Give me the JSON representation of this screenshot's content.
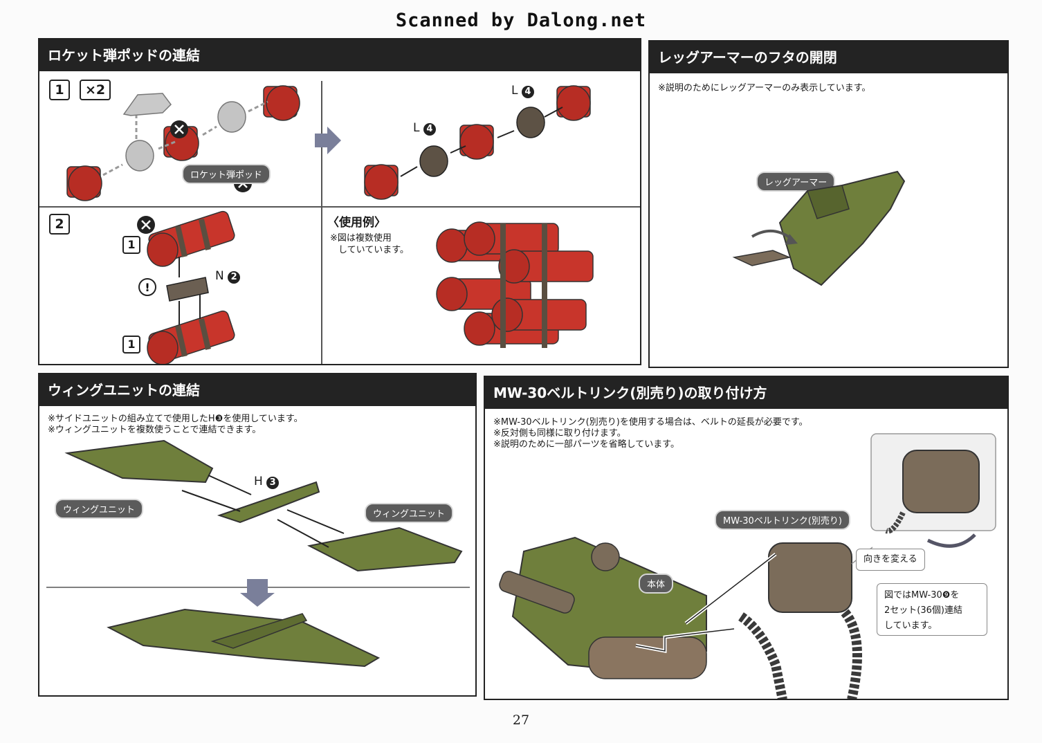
{
  "watermark": "Scanned by Dalong.net",
  "page_number": "27",
  "colors": {
    "rocket_red": "#c8352b",
    "olive": "#6f7f3c",
    "header_bg": "#232323",
    "gray_part": "#bdbdbd",
    "dark_part": "#5a4e40"
  },
  "rocket": {
    "title": "ロケット弾ポッドの連結",
    "step1": {
      "number": "1",
      "count": "×2",
      "pod_label": "ロケット弾ポッド",
      "part_l4_a": "L",
      "part_l4_b": "L"
    },
    "step2": {
      "number": "2",
      "ref_top": "1",
      "ref_bottom": "1",
      "part_n": "N"
    },
    "example": {
      "title": "〈使用例〉",
      "note1": "※図は複数使用",
      "note2": "していています。"
    }
  },
  "leg": {
    "title": "レッグアーマーのフタの開閉",
    "note": "※説明のためにレッグアーマーのみ表示しています。",
    "part_label": "レッグアーマー"
  },
  "wing": {
    "title": "ウィングユニットの連結",
    "note1": "※サイドユニットの組み立てで使用したH❸を使用しています。",
    "note2": "※ウィングユニットを複数使うことで連結できます。",
    "part_h": "H",
    "label_left": "ウィングユニット",
    "label_right": "ウィングユニット"
  },
  "belt": {
    "title": "MW-30ベルトリンク(別売り)の取り付け方",
    "note1": "※MW-30ベルトリンク(別売り)を使用する場合は、ベルトの延長が必要です。",
    "note2": "※反対側も同様に取り付けます。",
    "note3": "※説明のために一部パーツを省略しています。",
    "label_belt": "MW-30ベルトリンク(別売り)",
    "label_body": "本体",
    "label_turn": "向きを変える",
    "callout_line1": "図ではMW-30❾を",
    "callout_line2": "2セット(36個)連結",
    "callout_line3": "しています。"
  }
}
